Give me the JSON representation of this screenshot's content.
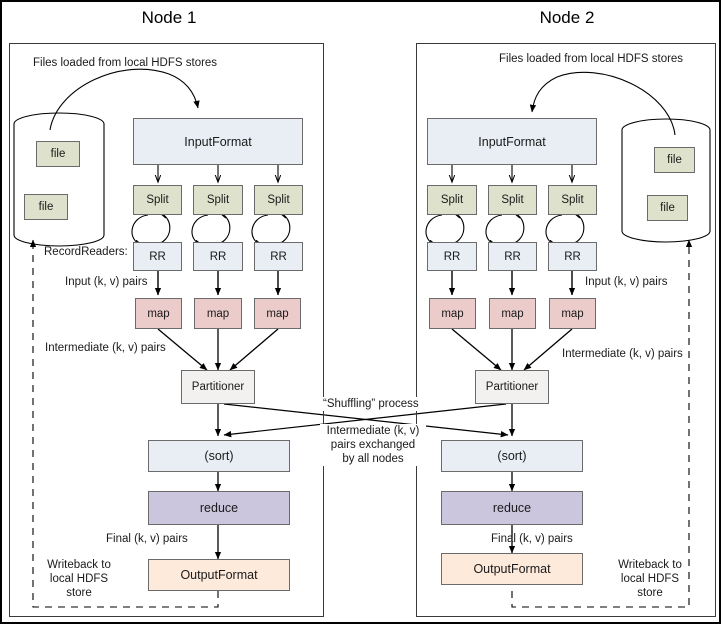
{
  "diagram": {
    "title_left": "Node 1",
    "title_right": "Node 2"
  },
  "nodes": [
    {
      "id": "node1",
      "title": "Node 1",
      "hdfs_caption": "Files loaded from local HDFS stores",
      "datastore": {
        "name": "hdfs-cylinder",
        "files": [
          "file",
          "file"
        ]
      },
      "inputformat": "InputFormat",
      "splits": [
        "Split",
        "Split",
        "Split"
      ],
      "recordreaders": [
        "RR",
        "RR",
        "RR"
      ],
      "maps": [
        "map",
        "map",
        "map"
      ],
      "partitioner": "Partitioner",
      "sort": "(sort)",
      "reduce": "reduce",
      "outputformat": "OutputFormat",
      "labels": {
        "recordreaders": "RecordReaders:",
        "input_pairs": "Input (k, v) pairs",
        "intermediate_pairs": "Intermediate (k, v) pairs",
        "final_pairs": "Final (k, v) pairs",
        "writeback": "Writeback to local HDFS store"
      }
    },
    {
      "id": "node2",
      "title": "Node 2",
      "hdfs_caption": "Files loaded from local HDFS stores",
      "datastore": {
        "name": "hdfs-cylinder",
        "files": [
          "file",
          "file"
        ]
      },
      "inputformat": "InputFormat",
      "splits": [
        "Split",
        "Split",
        "Split"
      ],
      "recordreaders": [
        "RR",
        "RR",
        "RR"
      ],
      "maps": [
        "map",
        "map",
        "map"
      ],
      "partitioner": "Partitioner",
      "sort": "(sort)",
      "reduce": "reduce",
      "outputformat": "OutputFormat",
      "labels": {
        "input_pairs": "Input (k, v) pairs",
        "intermediate_pairs": "Intermediate (k, v) pairs",
        "final_pairs": "Final (k, v) pairs",
        "writeback": "Writeback to local HDFS store"
      }
    }
  ],
  "shuffle": {
    "title": "“Shuffling” process",
    "description_line1": "Intermediate (k, v)",
    "description_line2": "pairs exchanged",
    "description_line3": "by all nodes"
  },
  "writeback_text": {
    "line1": "Writeback to",
    "line2": "local HDFS",
    "line3": "store"
  },
  "colors": {
    "inputformat": "#e9eef4",
    "split": "#dee2cc",
    "rr": "#e9eef4",
    "map": "#ecccca",
    "partitioner": "#f2f1ef",
    "sort": "#e9eef4",
    "reduce": "#ccc5de",
    "outputformat": "#fdeadb",
    "file": "#dee2cc",
    "stroke": "#6b6b6b",
    "panel_border": "#3a3a3a",
    "text": "#1a1a1a"
  }
}
